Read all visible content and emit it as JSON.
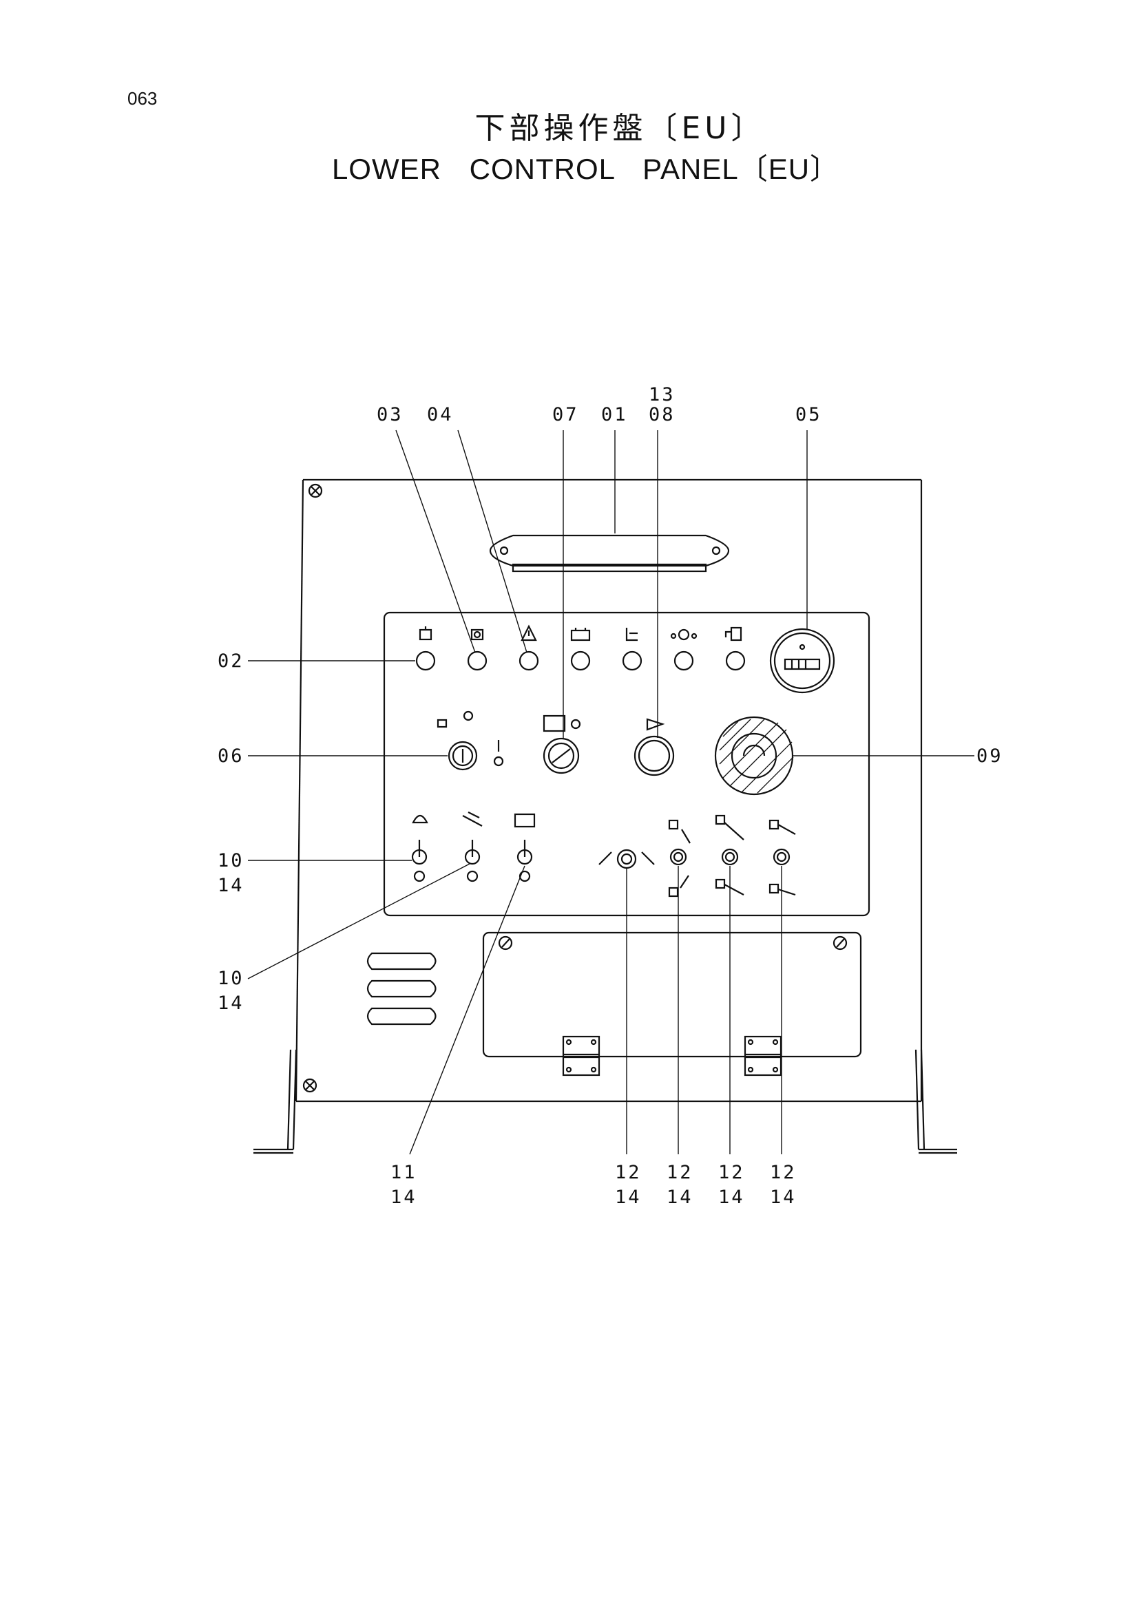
{
  "page_number": "063",
  "title_jp": "下部操作盤〔EU〕",
  "title_en": "LOWER  CONTROL  PANEL〔EU〕",
  "callouts": {
    "c13": "13",
    "c03": "03",
    "c04": "04",
    "c07": "07",
    "c01": "01",
    "c08": "08",
    "c05": "05",
    "c02": "02",
    "c06": "06",
    "c09": "09",
    "c10a": "10",
    "c14a": "14",
    "c10b": "10",
    "c14b": "14",
    "c11": "11",
    "c14c": "14",
    "c12a": "12",
    "c14d": "14",
    "c12b": "12",
    "c14e": "14",
    "c12c": "12",
    "c14f": "14",
    "c12d": "12",
    "c14g": "14"
  },
  "icons": [
    "engine-icon",
    "glow-plug-icon",
    "warning-triangle-icon",
    "battery-icon",
    "coolant-icon",
    "oil-pressure-icon",
    "fuel-icon",
    "hour-meter-icon",
    "key-switch-icon",
    "throttle-icon",
    "horn-icon",
    "emergency-stop-icon",
    "boom-icon",
    "outrigger-icon",
    "platform-icon",
    "boom-lift-icon"
  ]
}
